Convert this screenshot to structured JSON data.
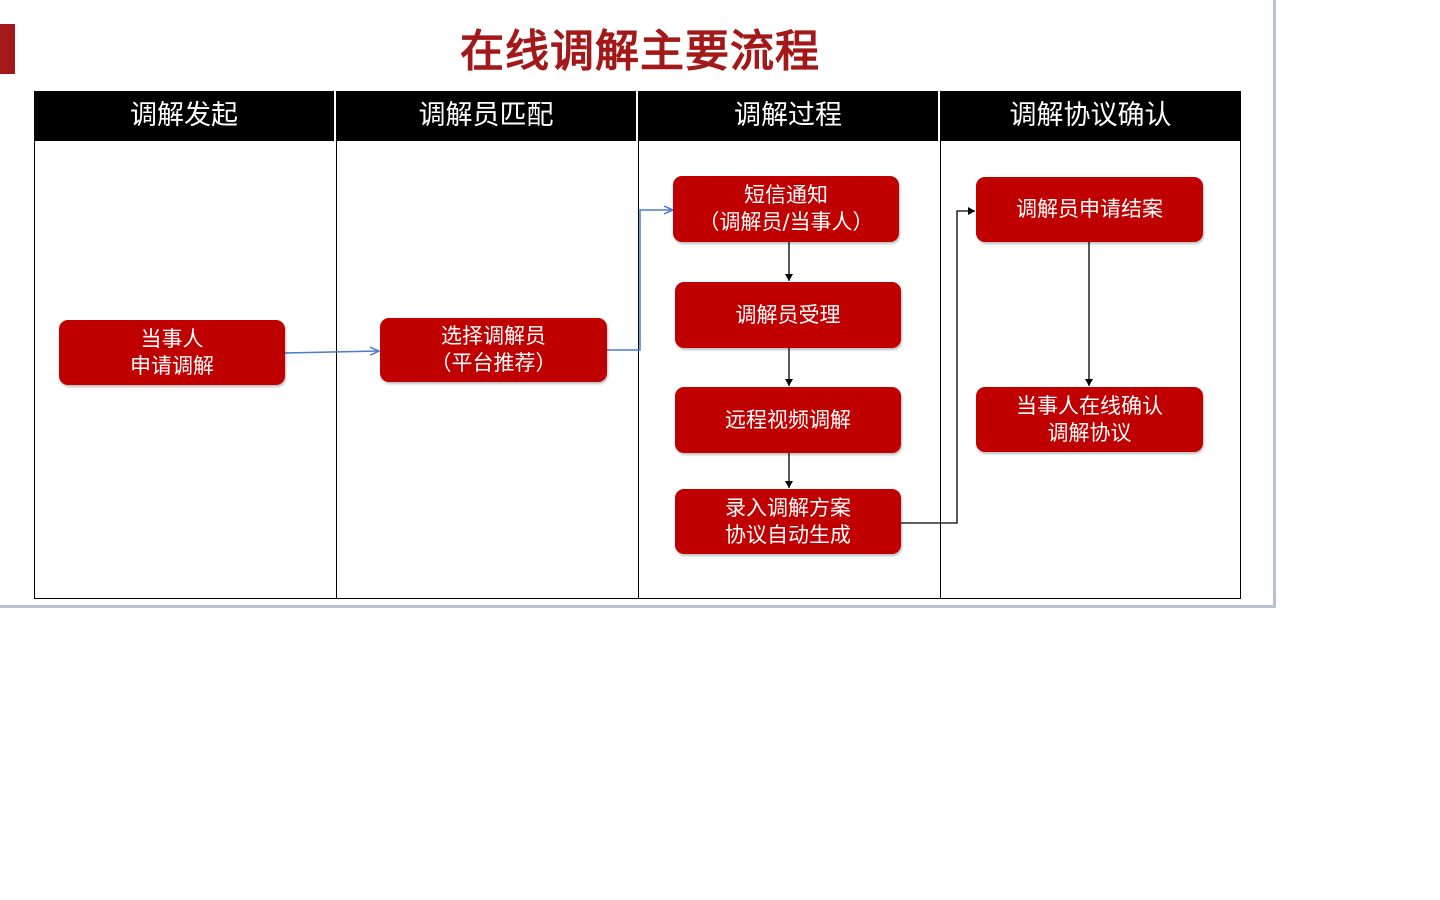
{
  "title": "在线调解主要流程",
  "colors": {
    "accent": "#a31818",
    "node_fill": "#c00000",
    "header_fill": "#000000",
    "connector_blue": "#4a7bd0",
    "connector_black": "#000000"
  },
  "lanes": [
    {
      "label": "调解发起"
    },
    {
      "label": "调解员匹配"
    },
    {
      "label": "调解过程"
    },
    {
      "label": "调解协议确认"
    }
  ],
  "nodes": {
    "apply": {
      "line1": "当事人",
      "line2": "申请调解"
    },
    "select": {
      "line1": "选择调解员",
      "line2": "（平台推荐）"
    },
    "sms": {
      "line1": "短信通知",
      "line2": "（调解员/当事人）"
    },
    "accept": {
      "line1": "调解员受理"
    },
    "video": {
      "line1": "远程视频调解"
    },
    "record": {
      "line1": "录入调解方案",
      "line2": "协议自动生成"
    },
    "close": {
      "line1": "调解员申请结案"
    },
    "confirm": {
      "line1": "当事人在线确认",
      "line2": "调解协议"
    }
  }
}
